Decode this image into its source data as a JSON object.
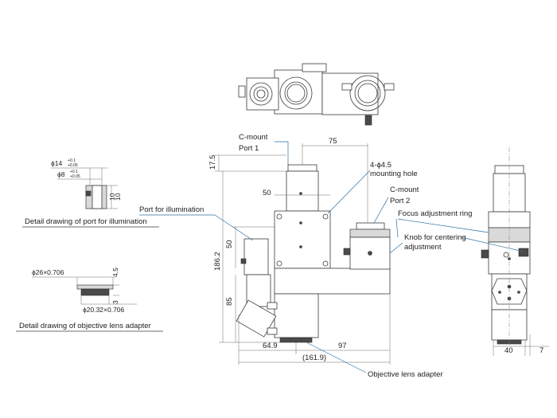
{
  "labels": {
    "cmount_port1": [
      "C-mount",
      "Port 1"
    ],
    "cmount_port2": [
      "C-mount",
      "Port 2"
    ],
    "port_illumination": "Port for illumination",
    "mounting_hole": [
      "4-ϕ4.5",
      "mounting hole"
    ],
    "focus_ring": "Focus adjustment ring",
    "knob_centering": [
      "Knob for centering",
      "adjustment"
    ],
    "objective_adapter": "Objective lens adapter",
    "detail_port_caption": "Detail drawing of port for illumination",
    "detail_objective_caption": "Detail drawing of objective lens adapter"
  },
  "dimensions": {
    "d75": "75",
    "d17_5": "17.5",
    "d50_h": "50",
    "d186_2": "186.2",
    "d50_v": "50",
    "d85": "85",
    "d64_9": "64.9",
    "d97": "97",
    "d161_9": "(161.9)",
    "d40": "40",
    "d7": "7"
  },
  "detail_port": {
    "phi14": "ϕ14",
    "phi14_tol": [
      "+0.1",
      "+0.05"
    ],
    "phi8": "ϕ8",
    "phi8_tol": [
      "+0.1",
      "+0.05"
    ],
    "d10a": "10",
    "d10b": "10"
  },
  "detail_objective": {
    "phi26": "ϕ26×0.706",
    "phi20": "ϕ20.32×0.706",
    "d4_5": "4.5",
    "d3": "3"
  },
  "colors": {
    "line": "#3a3a3a",
    "leader": "#2c6e9e",
    "text": "#222222"
  }
}
